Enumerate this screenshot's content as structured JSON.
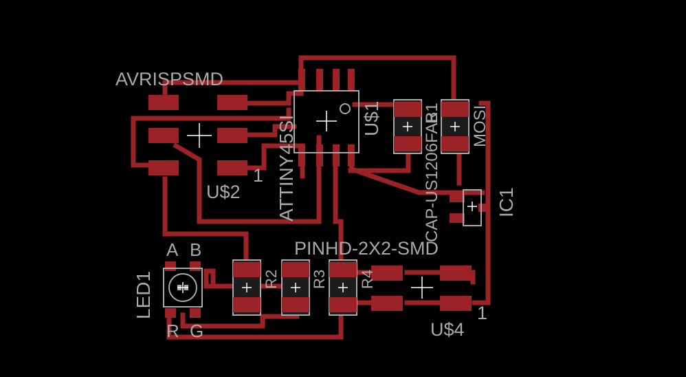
{
  "labels": {
    "avrispsmd": "AVRISPSMD",
    "u2": "U$2",
    "pin1_u2": "1",
    "attiny": "ATTINY45SI",
    "u1": "U$1",
    "r1": "R1",
    "capfab": "CAP-US1206FAB",
    "mosi": "MOSI",
    "ic1": "IC1",
    "a": "A",
    "b": "B",
    "led1": "LED1",
    "r": "R",
    "g": "G",
    "r2": "R2",
    "r3": "R3",
    "r4": "R4",
    "pinhd": "PINHD-2X2-SMD",
    "u4": "U$4",
    "pin1_u4": "1"
  },
  "colors": {
    "background": "#000000",
    "copper": "#9b2226",
    "silkscreen": "#a9a9a9"
  }
}
